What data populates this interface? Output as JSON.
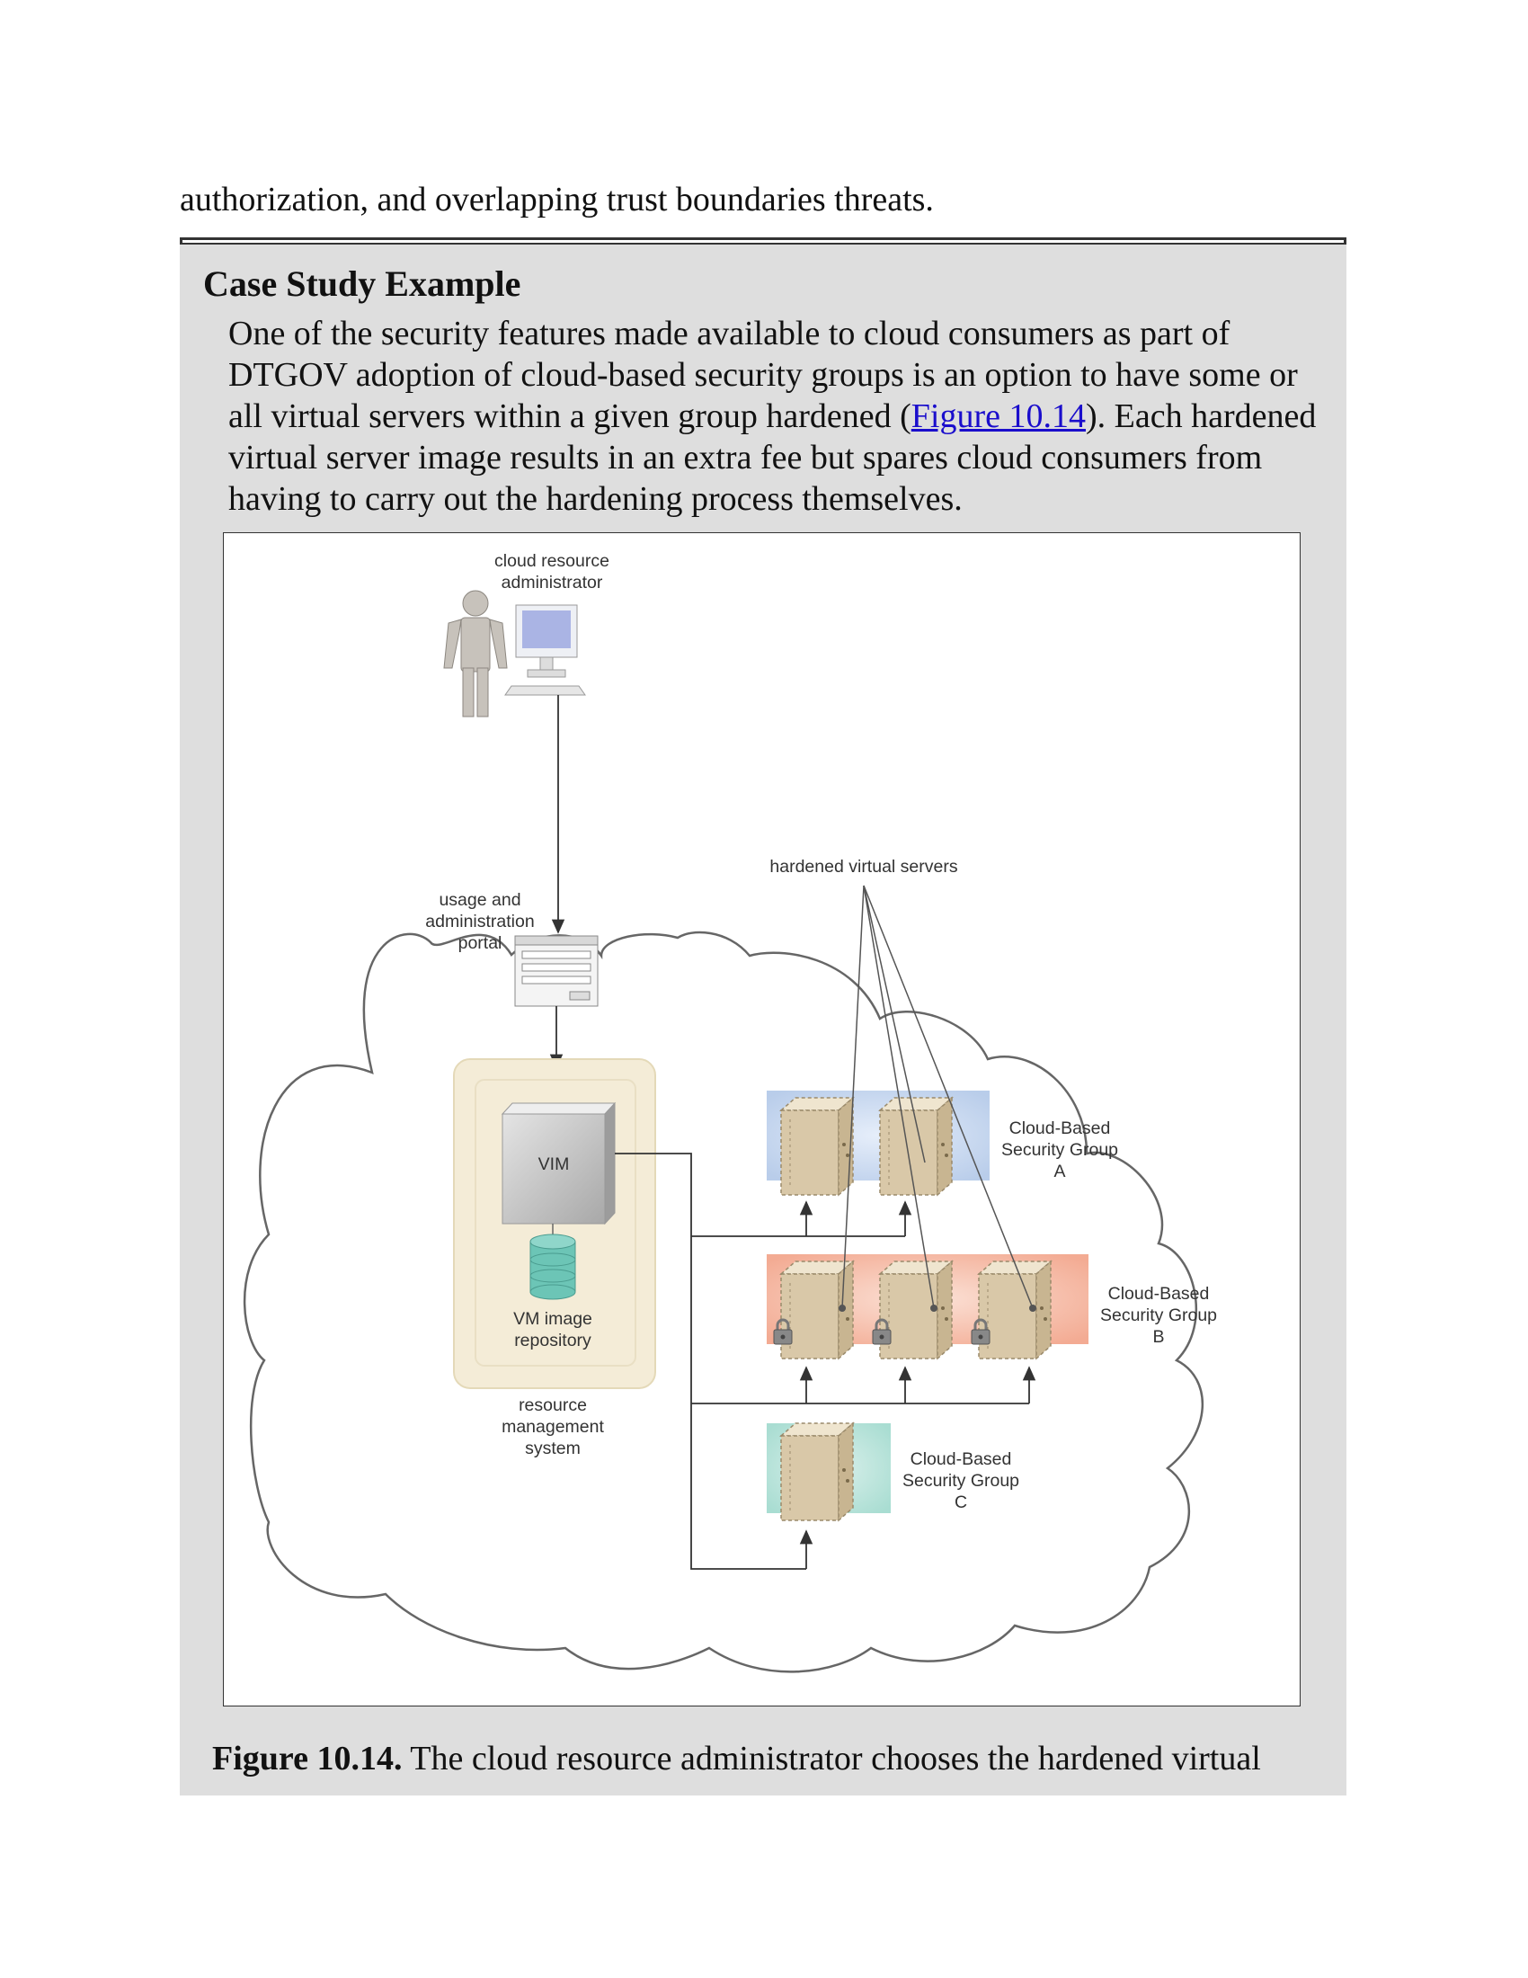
{
  "lead_text": "authorization, and overlapping trust boundaries threats.",
  "case_study": {
    "title": "Case Study Example",
    "body_before": "One of the security features made available to cloud consumers as part of DTGOV adoption of cloud-based security groups is an option to have some or all virtual servers within a given group hardened (",
    "link_text": "Figure 10.14",
    "body_after": "). Each hardened virtual server image results in an extra fee but spares cloud consumers from having to carry out the hardening process themselves."
  },
  "diagram": {
    "admin_label_1": "cloud resource",
    "admin_label_2": "administrator",
    "portal_label_1": "usage and",
    "portal_label_2": "administration",
    "portal_label_3": "portal",
    "hardened_label": "hardened virtual servers",
    "vim_label": "VIM",
    "repo_label_1": "VM image",
    "repo_label_2": "repository",
    "rms_label_1": "resource",
    "rms_label_2": "management",
    "rms_label_3": "system",
    "group_a": [
      "Cloud-Based",
      "Security Group",
      "A"
    ],
    "group_b": [
      "Cloud-Based",
      "Security Group",
      "B"
    ],
    "group_c": [
      "Cloud-Based",
      "Security Group",
      "C"
    ],
    "colors": {
      "group_a": "#b9cdea",
      "group_b": "#f3ab93",
      "group_c": "#a9ddd2",
      "server": "#d9c8a8",
      "rms_panel": "#f4ecd7",
      "repo": "#6cc5b6"
    }
  },
  "caption": {
    "label": "Figure 10.14.",
    "text": " The cloud resource administrator chooses the hardened virtual"
  }
}
